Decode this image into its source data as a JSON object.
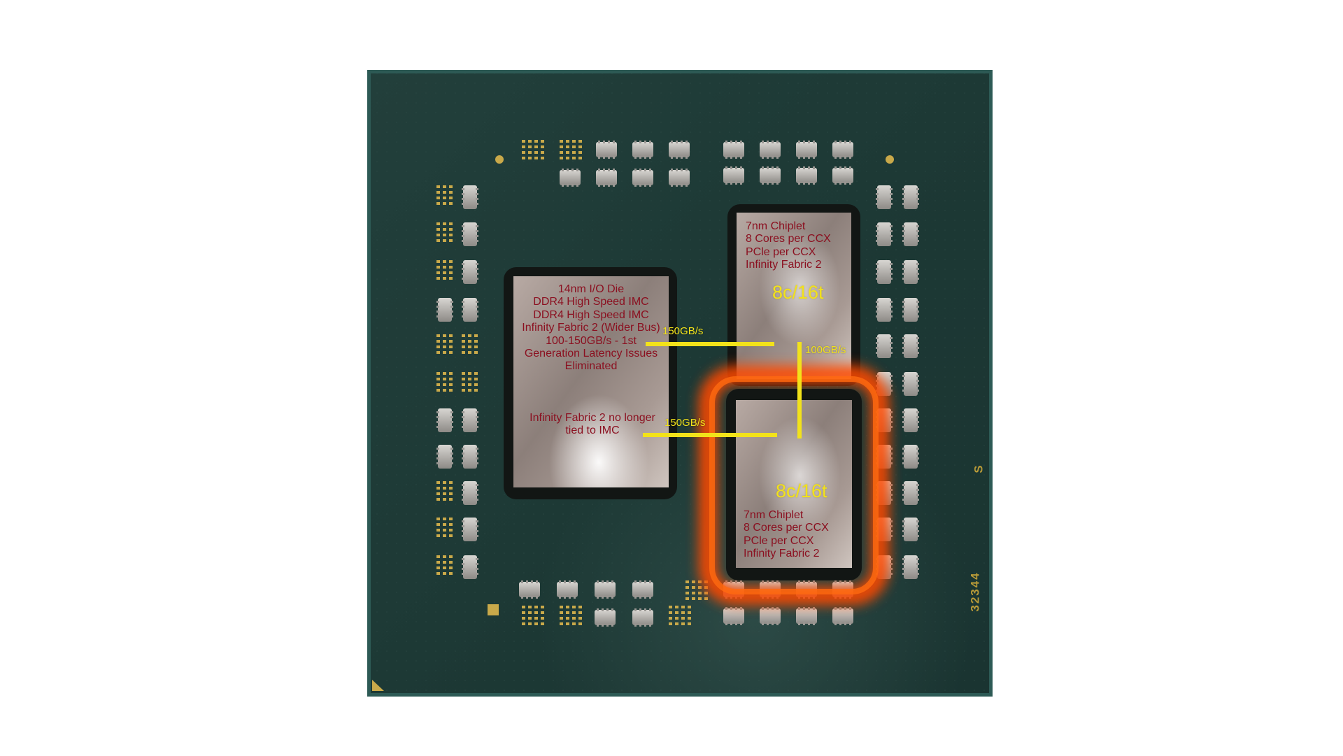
{
  "io_die": {
    "lines": [
      "14nm I/O Die",
      "DDR4 High Speed IMC",
      "DDR4 High Speed IMC",
      "Infinity Fabric 2 (Wider Bus)",
      "100-150GB/s - 1st",
      "Generation Latency Issues",
      "Eliminated"
    ],
    "note_lines": [
      "Infinity Fabric 2 no longer",
      "tied to IMC"
    ]
  },
  "chiplet_top": {
    "lines": [
      "7nm Chiplet",
      "8 Cores per CCX",
      "PCle per CCX",
      "Infinity Fabric 2"
    ],
    "threads": "8c/16t"
  },
  "chiplet_bottom": {
    "lines": [
      "7nm Chiplet",
      "8 Cores per CCX",
      "PCle per CCX",
      "Infinity Fabric 2"
    ],
    "threads": "8c/16t",
    "highlighted": true
  },
  "links": {
    "io_to_top": "150GB/s",
    "io_to_bottom": "150GB/s",
    "top_to_bottom": "100GB/s"
  },
  "package_markings": {
    "letter": "S",
    "number": "32344"
  },
  "colors": {
    "substrate": "#1f3b37",
    "link_line": "#f2e21a",
    "die_text": "#8b1020",
    "highlight_glow": "#ff4a00",
    "gold_pad": "#c9a94a"
  }
}
